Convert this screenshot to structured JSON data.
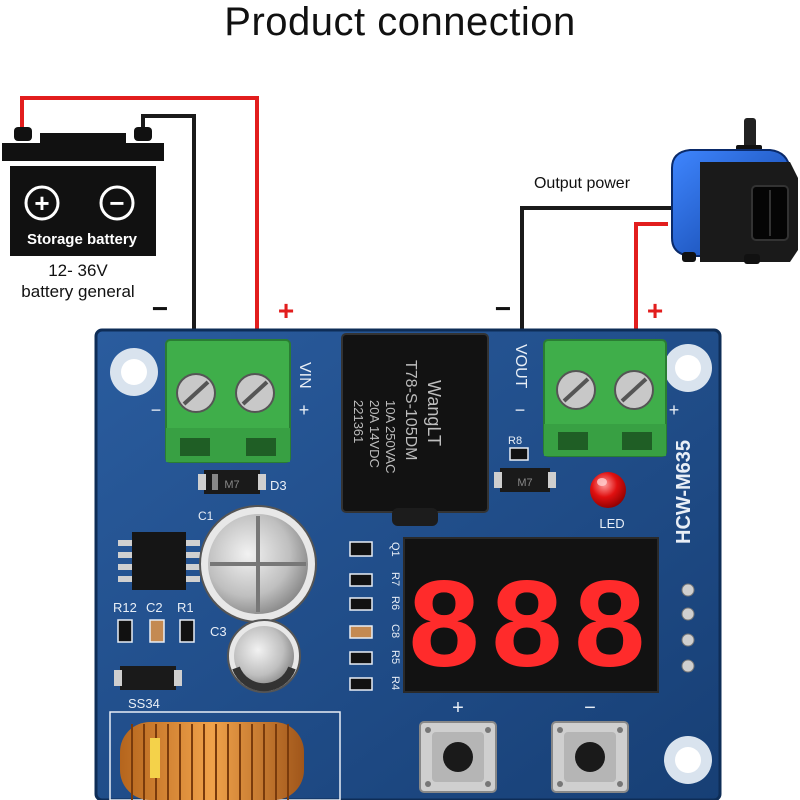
{
  "title": "Product connection",
  "battery": {
    "name": "Storage battery",
    "plus_symbol": "+",
    "minus_symbol": "−",
    "voltage_line1": "12- 36V",
    "voltage_line2": "battery general"
  },
  "output": {
    "label": "Output power"
  },
  "polarity": {
    "in_minus": "−",
    "in_plus": "+",
    "out_minus": "−",
    "out_plus": "+"
  },
  "board": {
    "model": "HCW-M635",
    "vin": "VIN",
    "vout": "VOUT",
    "relay_brand": "WangLT",
    "relay_model": "T78-S-105DM",
    "relay_spec1": "10A 250VAC",
    "relay_spec2": "20A 14VDC",
    "relay_code": "221361",
    "d3": "D3",
    "m7": "M7",
    "r8": "R8",
    "led": "LED",
    "c1": "C1",
    "c2": "C2",
    "c3": "C3",
    "r1": "R1",
    "r12": "R12",
    "ss34": "SS34",
    "q1": "Q1",
    "r7": "R7",
    "r6": "R6",
    "c8": "C8",
    "r5": "R5",
    "r4": "R4",
    "btn_plus": "+",
    "btn_minus": "−",
    "display_digits": "888",
    "in_minus_silk": "−",
    "in_plus_silk": "+",
    "out_minus_silk": "−",
    "out_plus_silk": "+"
  },
  "colors": {
    "wire_red": "#e21d1d",
    "wire_black": "#1a1a1a",
    "pcb_blue": "#1f4f8f",
    "terminal_green": "#3fae4a",
    "display_red": "#ff2b2b",
    "pump_blue": "#1b5fd6"
  }
}
